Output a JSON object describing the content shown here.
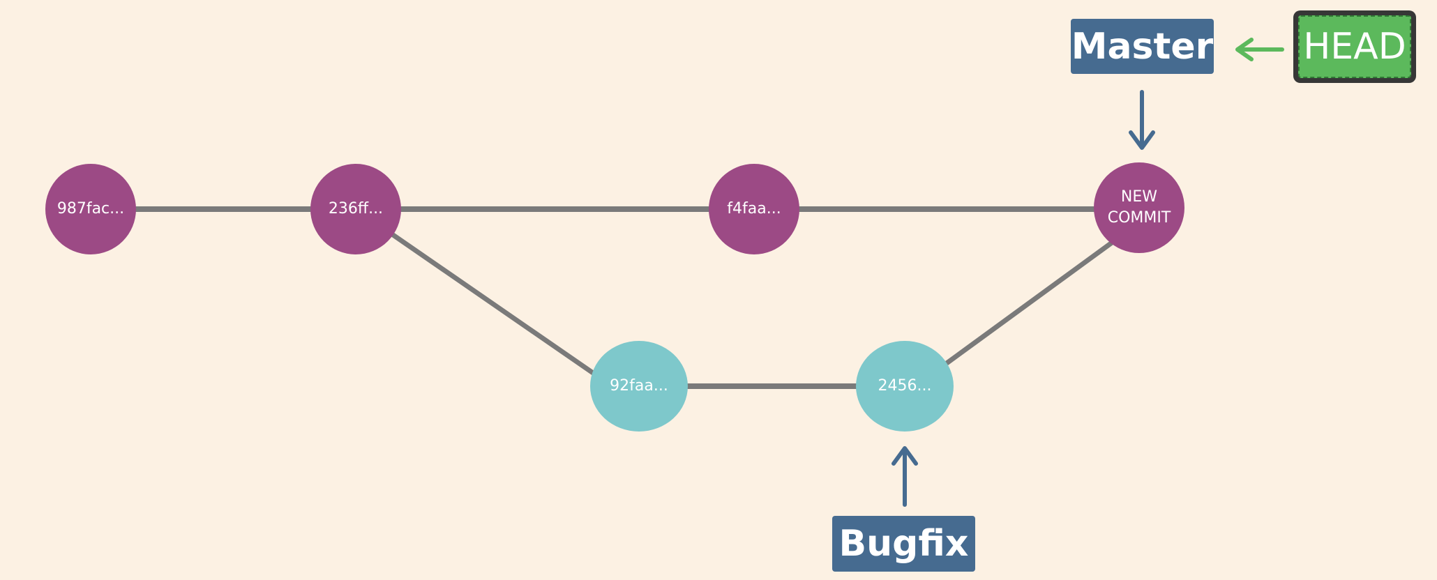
{
  "colors": {
    "background": "#fcf1e3",
    "master_commit": "#9c4a85",
    "bugfix_commit": "#7ec8cb",
    "edge": "#7a7a7a",
    "branch_label": "#466b90",
    "head_label": "#5cb95c",
    "head_border": "#373737",
    "head_arrow": "#5cb95c"
  },
  "commits": [
    {
      "id": "c1",
      "label": "987fac...",
      "branch": "master"
    },
    {
      "id": "c2",
      "label": "236ff...",
      "branch": "master"
    },
    {
      "id": "c3",
      "label": "f4faa...",
      "branch": "master"
    },
    {
      "id": "c4",
      "label": "NEW\nCOMMIT",
      "branch": "master"
    },
    {
      "id": "c5",
      "label": "92faa...",
      "branch": "bugfix"
    },
    {
      "id": "c6",
      "label": "2456...",
      "branch": "bugfix"
    }
  ],
  "edges": [
    {
      "from": "c1",
      "to": "c2"
    },
    {
      "from": "c2",
      "to": "c3"
    },
    {
      "from": "c3",
      "to": "c4"
    },
    {
      "from": "c2",
      "to": "c5"
    },
    {
      "from": "c5",
      "to": "c6"
    },
    {
      "from": "c6",
      "to": "c4"
    }
  ],
  "labels": {
    "master": "Master",
    "bugfix": "Bugfix",
    "head": "HEAD"
  },
  "pointers": [
    {
      "from": "master",
      "to": "c4",
      "icon": "arrow-down-icon"
    },
    {
      "from": "bugfix",
      "to": "c6",
      "icon": "arrow-up-icon"
    },
    {
      "from": "head",
      "to": "master",
      "icon": "arrow-left-icon"
    }
  ]
}
